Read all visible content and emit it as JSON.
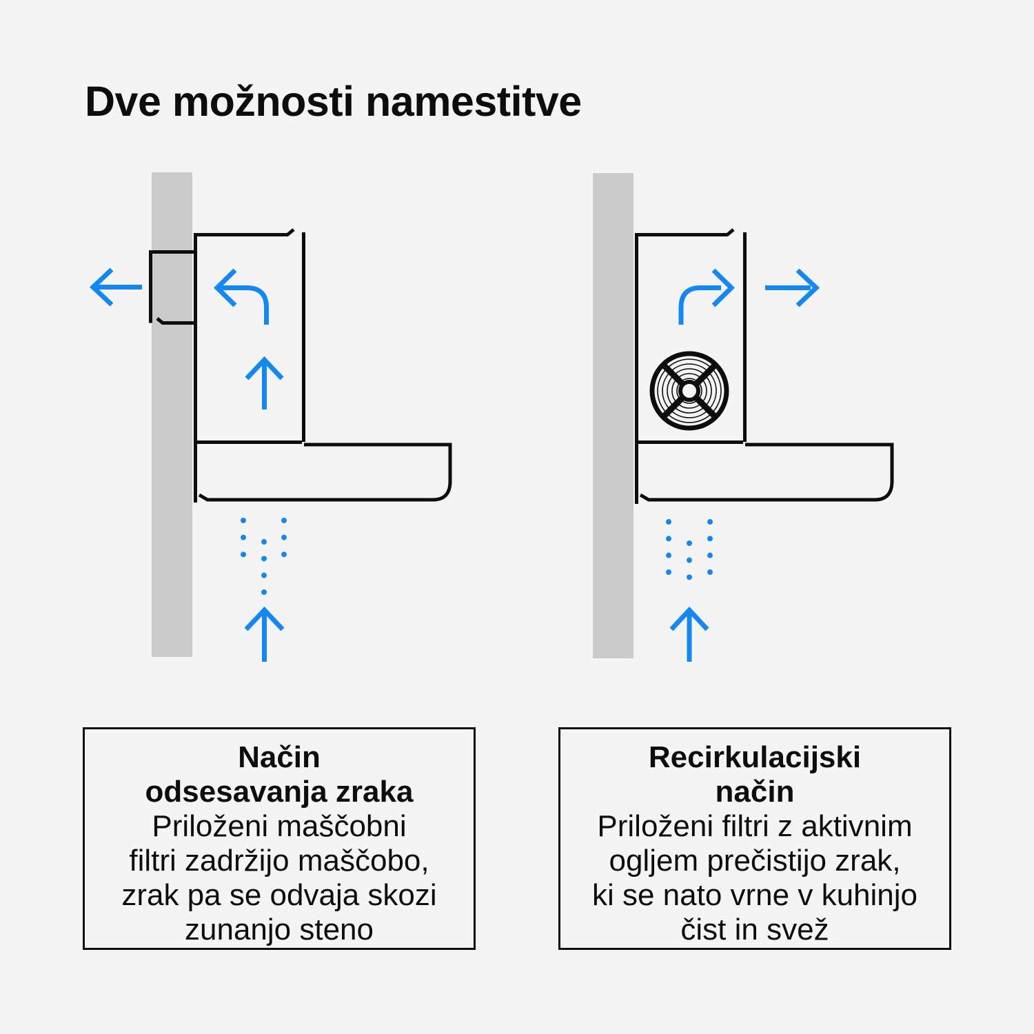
{
  "page": {
    "title": "Dve možnosti namestitve"
  },
  "colors": {
    "bg": "#f4f4f4",
    "wall": "#cbcbcb",
    "line": "#0d0d0d",
    "accent": "#1487f2",
    "text": "#0d0d0d"
  },
  "diagrams": [
    {
      "name": "extraction-mode-diagram",
      "icons": [
        "arrow-left-icon",
        "curved-arrow-icon",
        "arrow-up-icon",
        "steam-dots-icon",
        "intake-arrow-icon"
      ]
    },
    {
      "name": "recirculation-mode-diagram",
      "icons": [
        "curved-arrow-icon",
        "arrow-right-icon",
        "fan-icon",
        "steam-dots-icon",
        "intake-arrow-icon"
      ]
    }
  ],
  "captions": [
    {
      "heading_lines": [
        "Način",
        "odsesavanja zraka"
      ],
      "body_lines": [
        "Priloženi maščobni",
        "filtri zadržijo maščobo,",
        "zrak pa se odvaja skozi",
        "zunanjo steno"
      ]
    },
    {
      "heading_lines": [
        "Recirkulacijski",
        "način"
      ],
      "body_lines": [
        "Priloženi filtri z aktivnim",
        "ogljem prečistijo zrak,",
        "ki se nato vrne v kuhinjo",
        "čist in svež"
      ]
    }
  ]
}
